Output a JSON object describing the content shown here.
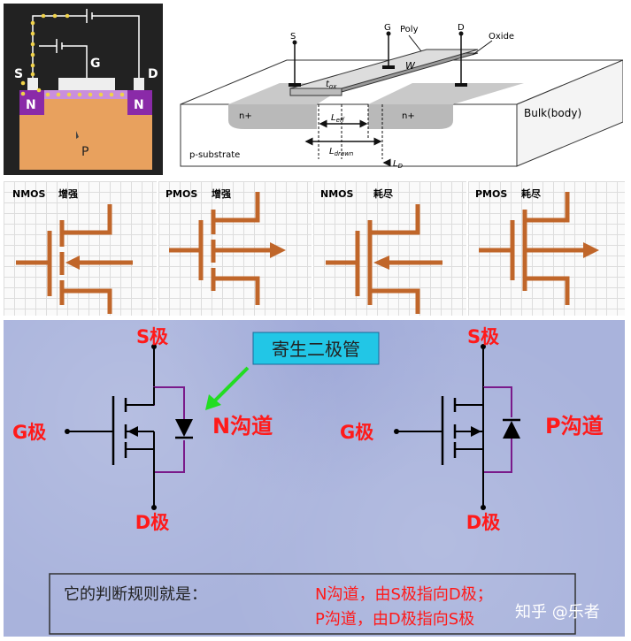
{
  "panel_mos_cross": {
    "gate": "G",
    "source": "S",
    "drain": "D",
    "n_left": "N",
    "n_right": "N",
    "substrate": "P"
  },
  "panel_3d_structure": {
    "s": "S",
    "g": "G",
    "d": "D",
    "poly": "Poly",
    "oxide": "Oxide",
    "w": "W",
    "tox": "t",
    "tox_sub": "ox",
    "nplus_left": "n+",
    "nplus_right": "n+",
    "leff": "L",
    "leff_sub": "eff",
    "ldrawn": "L",
    "ldrawn_sub": "drawn",
    "ld": "L",
    "ld_sub": "D",
    "bulk": "Bulk(body)",
    "psub": "p-substrate"
  },
  "symbols": [
    {
      "type": "NMOS",
      "mode": "增强"
    },
    {
      "type": "PMOS",
      "mode": "增强"
    },
    {
      "type": "NMOS",
      "mode": "耗尽"
    },
    {
      "type": "PMOS",
      "mode": "耗尽"
    }
  ],
  "diode_panel": {
    "callout": "寄生二极管",
    "n": {
      "s": "S极",
      "g": "G极",
      "d": "D极",
      "channel": "N沟道"
    },
    "p": {
      "s": "S极",
      "g": "G极",
      "d": "D极",
      "channel": "P沟道"
    },
    "rule_label": "它的判断规则就是：",
    "rule_n": "N沟道，由S极指向D极；",
    "rule_p": "P沟道，由D极指向S极",
    "watermark": "知乎 @乐者"
  },
  "colors": {
    "terminal": "#ff1a1a",
    "symbol_line": "#c0662a",
    "drain_wire": "#7a1a8a",
    "callout_bg": "#22c6e6",
    "arrow_green": "#22dd22",
    "n_region": "#8a2aa8",
    "p_region": "#e8a15e"
  }
}
